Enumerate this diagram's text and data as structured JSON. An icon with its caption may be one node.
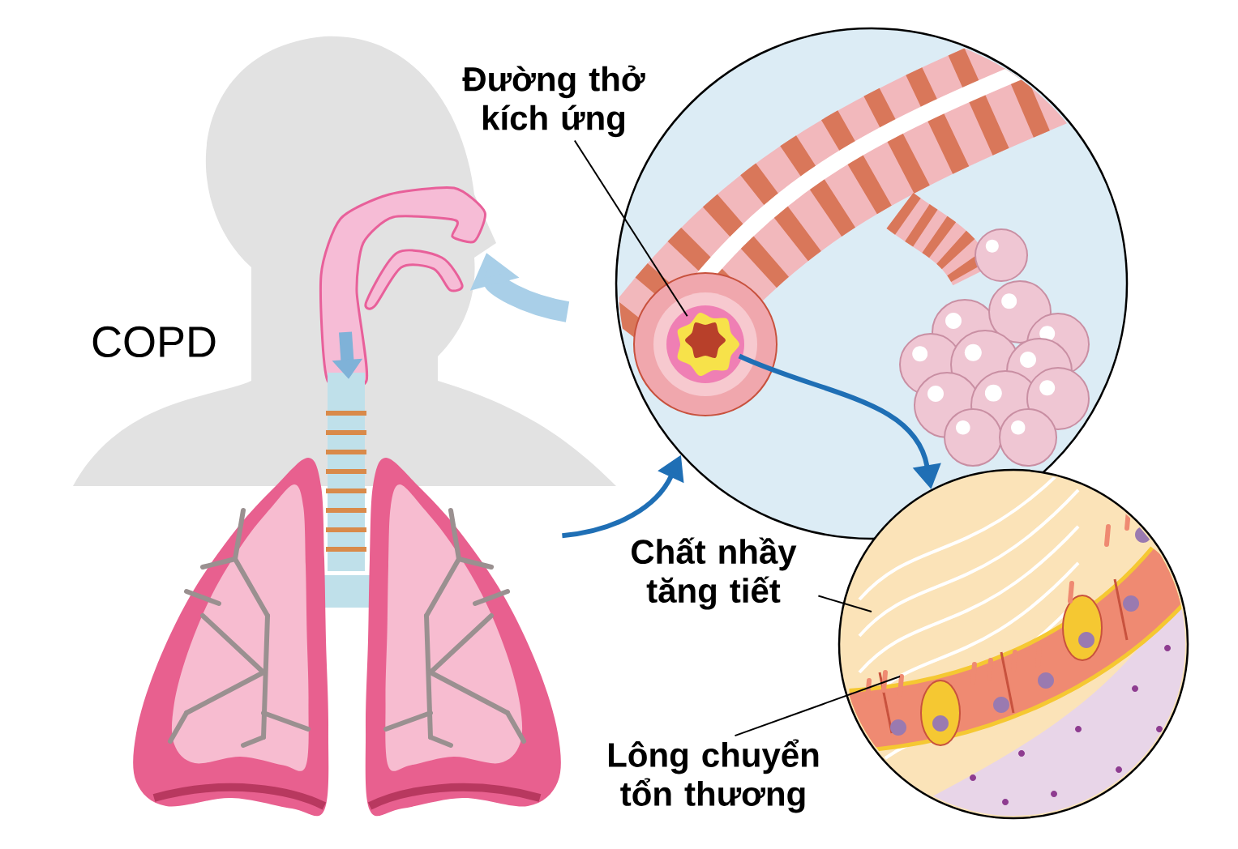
{
  "diagram": {
    "nodes": [
      {
        "text": [],
        "shape": "picture"
      },
      {
        "text": [],
        "shape": "circle"
      },
      {
        "text": [],
        "shape": "picture",
        "in": 1
      },
      {
        "text": [
          "Đường thở kích ứng"
        ]
      },
      {
        "text": [],
        "shape": "circle"
      },
      {
        "text": [
          "Chất nhầy tăng tiết"
        ]
      },
      {
        "text": [
          "Lông chuyển tổn thương"
        ]
      }
    ],
    "edges": [
      {
        "from": 0,
        "to": 1,
        "arrow": "to",
        "style": "thick",
        "color": "#1f6fb5"
      },
      {
        "from": 2,
        "to": 4,
        "arrow": "to",
        "style": "thick",
        "color": "#1f6fb5"
      },
      {
        "from": 3,
        "to": 2,
        "arrow": "none"
      },
      {
        "from": 5,
        "to": 4,
        "arrow": "none"
      },
      {
        "from": 6,
        "to": 4,
        "arrow": "none"
      }
    ],
    "labels": [
      "COPD"
    ]
  }
}
